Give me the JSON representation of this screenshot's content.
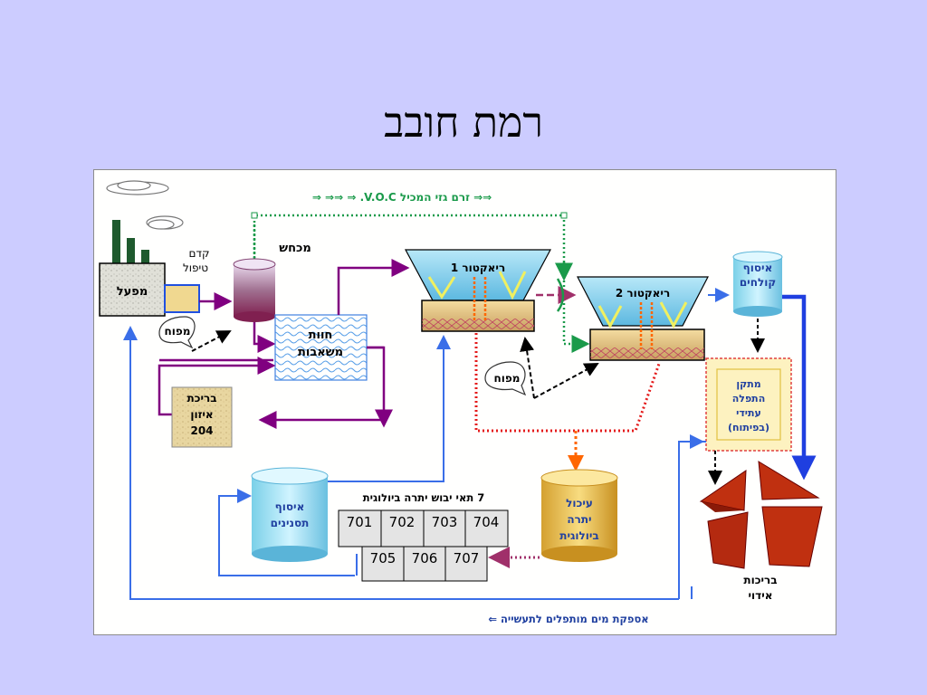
{
  "slide": {
    "title": "רמת חובב"
  },
  "diagram": {
    "voc_flow_label": "⇒⇒ זרם גזי המכיל V.O.C. ⇒ ⇒⇒ ⇒",
    "factory": "מפעל",
    "pretreatment": [
      "קדם",
      "טיפול"
    ],
    "tank": "מכחש",
    "blower_1": "מפוח",
    "blower_2": "מפוח",
    "wells_farm": [
      "חוות",
      "משאבות"
    ],
    "equalization_pond": [
      "בריכת",
      "איזון",
      "204"
    ],
    "reactor_1": "ריאקטור 1",
    "reactor_2": "ריאקטור 2",
    "sludge_collection": [
      "איסוף",
      "קולחים"
    ],
    "future_plant": [
      "מתקן",
      "התפלה",
      "עתידי",
      "(בפיתוח)"
    ],
    "evaporation_ponds": [
      "בריכות",
      "אידוי"
    ],
    "biomass_consumption": [
      "עיכול",
      "יתרה",
      "ביולוגית"
    ],
    "filtrate_collection": [
      "איסוף",
      "תסנינים"
    ],
    "drying_cells_label": "7 תאי יבוש יתרה ביולוגית",
    "drying_cells": [
      "701",
      "702",
      "703",
      "704",
      "705",
      "706",
      "707"
    ],
    "water_supply_label": "אספקת מים מותפלים לתעשייה ⇐"
  },
  "colors": {
    "purple_flow": "#800080",
    "blue_flow": "#3a6ee8",
    "green_flow": "#1a9a4a",
    "orange_flow": "#ff6600",
    "red_dotted": "#e41a1a"
  }
}
